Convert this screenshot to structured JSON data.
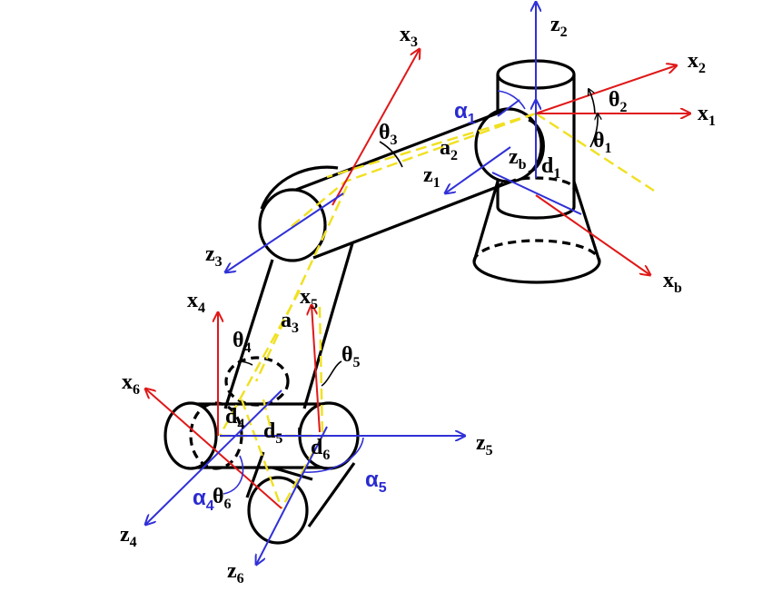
{
  "labels": {
    "x3": "x",
    "x3_sub": "3",
    "z2": "z",
    "z2_sub": "2",
    "x2": "x",
    "x2_sub": "2",
    "x1": "x",
    "x1_sub": "1",
    "theta2": "θ",
    "theta2_sub": "2",
    "theta1": "θ",
    "theta1_sub": "1",
    "alpha1": "α",
    "alpha1_sub": "1",
    "theta3": "θ",
    "theta3_sub": "3",
    "a2": "a",
    "a2_sub": "2",
    "zb": "z",
    "zb_sub": "b",
    "d1": "d",
    "d1_sub": "1",
    "z1": "z",
    "z1_sub": "1",
    "z3": "z",
    "z3_sub": "3",
    "xb": "x",
    "xb_sub": "b",
    "x4": "x",
    "x4_sub": "4",
    "x5": "x",
    "x5_sub": "5",
    "a3": "a",
    "a3_sub": "3",
    "theta4": "θ",
    "theta4_sub": "4",
    "theta5": "θ",
    "theta5_sub": "5",
    "x6": "x",
    "x6_sub": "6",
    "d4": "d",
    "d4_sub": "4",
    "d5": "d",
    "d5_sub": "5",
    "d6": "d",
    "d6_sub": "6",
    "z5": "z",
    "z5_sub": "5",
    "alpha4": "α",
    "alpha4_sub": "4",
    "theta6": "θ",
    "theta6_sub": "6",
    "alpha5": "α",
    "alpha5_sub": "5",
    "z4": "z",
    "z4_sub": "4",
    "z6": "z",
    "z6_sub": "6"
  },
  "colors": {
    "x_axis": "#e01818",
    "z_axis": "#3030d8",
    "link_line": "#f0e020",
    "body": "#000000"
  }
}
